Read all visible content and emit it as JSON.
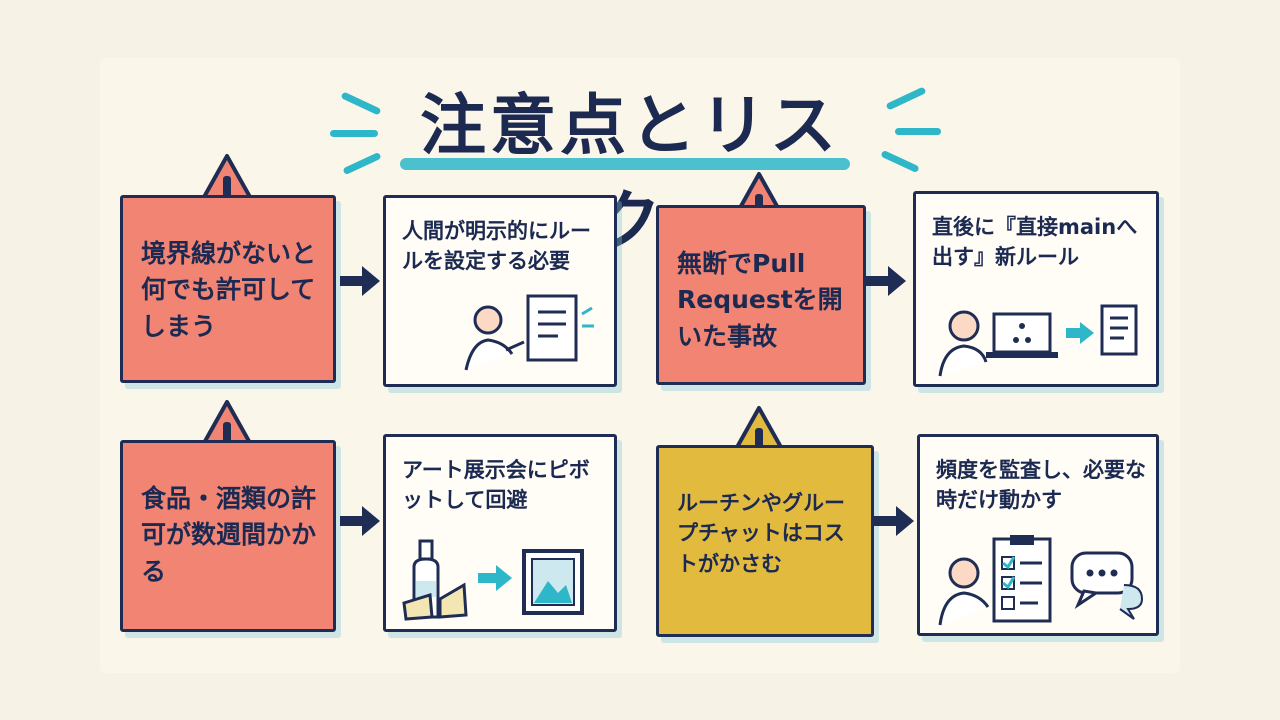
{
  "title": "注意点とリスク",
  "rows": [
    {
      "issue": "境界線がないと何でも許可してしまう",
      "solution": "人間が明示的にルールを設定する必要"
    },
    {
      "issue": "無断でPull Requestを開いた事故",
      "solution": "直後に『直接mainへ出す』新ルール"
    },
    {
      "issue": "食品・酒類の許可が数週間かかる",
      "solution": "アート展示会にピボットして回避"
    },
    {
      "issue": "ルーチンやグループチャットはコストがかさむ",
      "solution": "頻度を監査し、必要な時だけ動かす"
    }
  ],
  "icons": {
    "warning": "warning-triangle-icon",
    "arrow": "right-arrow-icon"
  },
  "colors": {
    "note_red": "#f18473",
    "note_gold": "#e2bb3e",
    "ink": "#1f2d55",
    "accent": "#2db7c8"
  }
}
